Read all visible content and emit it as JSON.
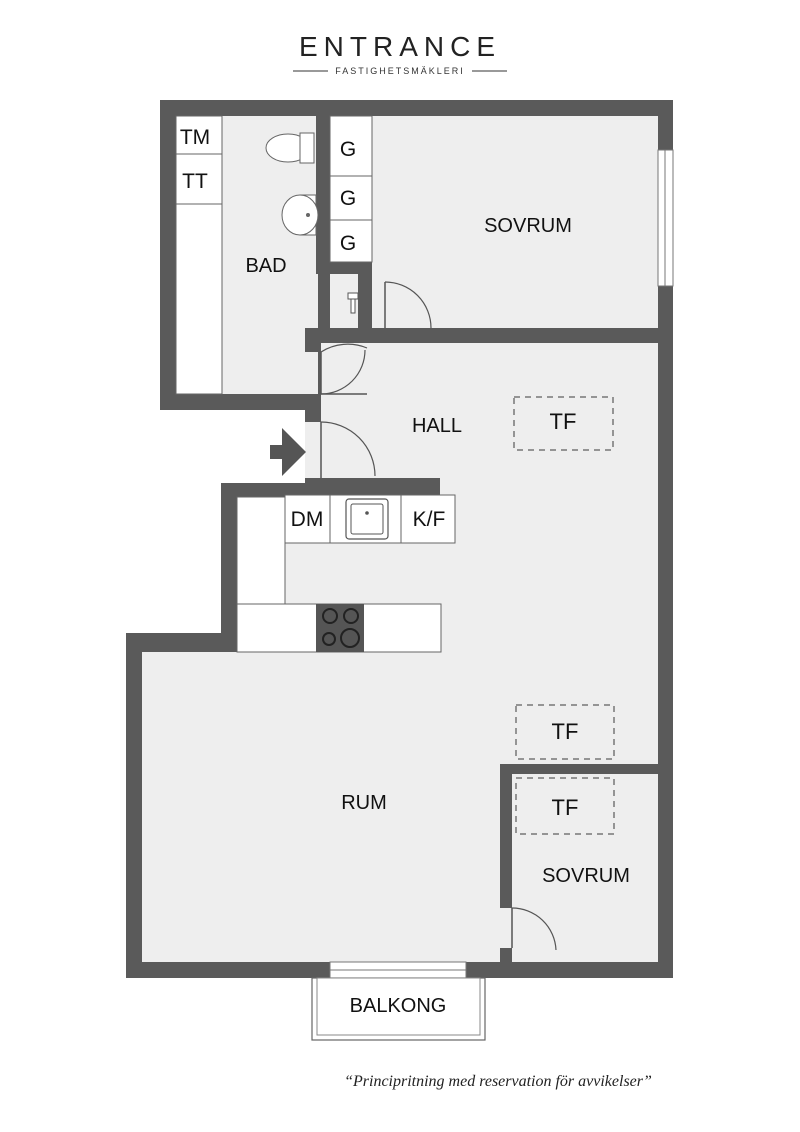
{
  "brand": {
    "name": "ENTRANCE",
    "subtitle": "FASTIGHETSMÄKLERI"
  },
  "rooms": {
    "bad": "BAD",
    "sovrum_top": "SOVRUM",
    "hall": "HALL",
    "rum": "RUM",
    "sovrum_bottom": "SOVRUM",
    "balkong": "BALKONG"
  },
  "fixtures": {
    "tm": "TM",
    "tt": "TT",
    "g1": "G",
    "g2": "G",
    "g3": "G",
    "dm": "DM",
    "kf": "K/F"
  },
  "tf_labels": [
    "TF",
    "TF",
    "TF"
  ],
  "disclaimer": "“Principritning med reservation för avvikelser”",
  "colors": {
    "wall": "#5a5a5a",
    "floor": "#eeeeee",
    "fixture": "#ffffff"
  }
}
